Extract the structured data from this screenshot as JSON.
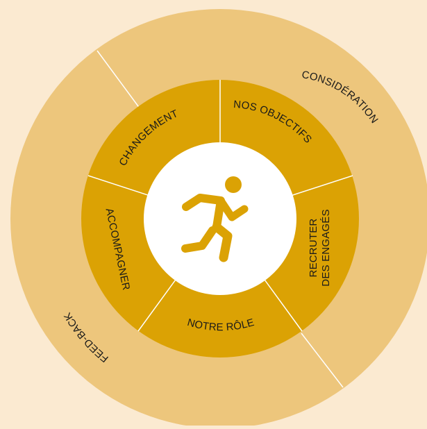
{
  "colors": {
    "background": "#FBEAD1",
    "outer_ring": "#EDC67C",
    "inner_ring": "#DBA204",
    "center": "#FFFFFF",
    "divider": "#FFFFFF",
    "text": "#1A1A1A"
  },
  "outer_ring": {
    "segments": [
      {
        "label": "CONSIDÉRATION"
      },
      {
        "label": "FEED-BACK"
      }
    ]
  },
  "inner_ring": {
    "segments": [
      {
        "label": "CHANGEMENT"
      },
      {
        "label": "NOS OBJECTIFS"
      },
      {
        "label": "RECRUTER",
        "label_line2": "DES ENGAGÉS"
      },
      {
        "label": "NOTRE RÔLE"
      },
      {
        "label": "ACCOMPAGNER"
      }
    ]
  },
  "center": {
    "icon": "running-person-icon"
  }
}
